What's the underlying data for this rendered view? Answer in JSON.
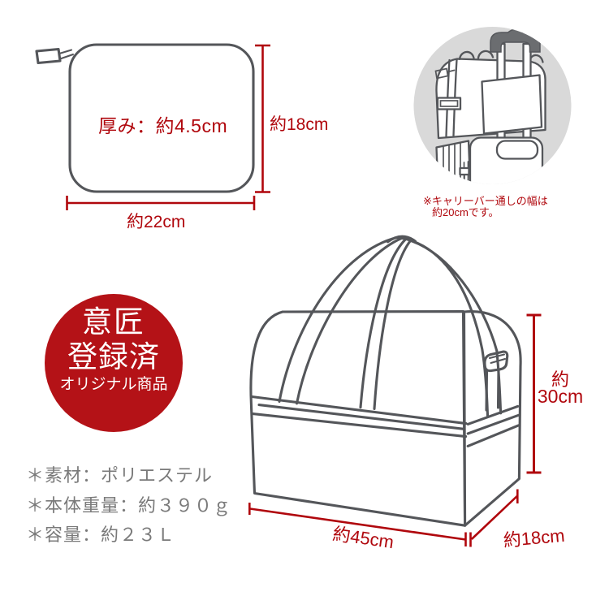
{
  "colors": {
    "dimension_red": "#b0070d",
    "badge_red": "#b41217",
    "line_gray": "#54565a",
    "spec_gray": "#7a7a7a",
    "circle_gray": "#d9d9d9"
  },
  "pouch": {
    "thickness_label": "厚み：約4.5cm",
    "height_label": "約18cm",
    "width_label": "約22cm"
  },
  "carry_bar_note": {
    "line1": "※キャリーバー通しの幅は",
    "line2": "約20cmです。"
  },
  "badge": {
    "line1": "意匠",
    "line2": "登録済",
    "line3": "オリジナル商品"
  },
  "bag_dimensions": {
    "height_prefix": "約",
    "height_label": "30cm",
    "width_label": "約45cm",
    "depth_label": "約18cm"
  },
  "specs": {
    "material": "＊素材：ポリエステル",
    "weight": "＊本体重量：約３９０ｇ",
    "capacity": "＊容量：約２３Ｌ"
  }
}
